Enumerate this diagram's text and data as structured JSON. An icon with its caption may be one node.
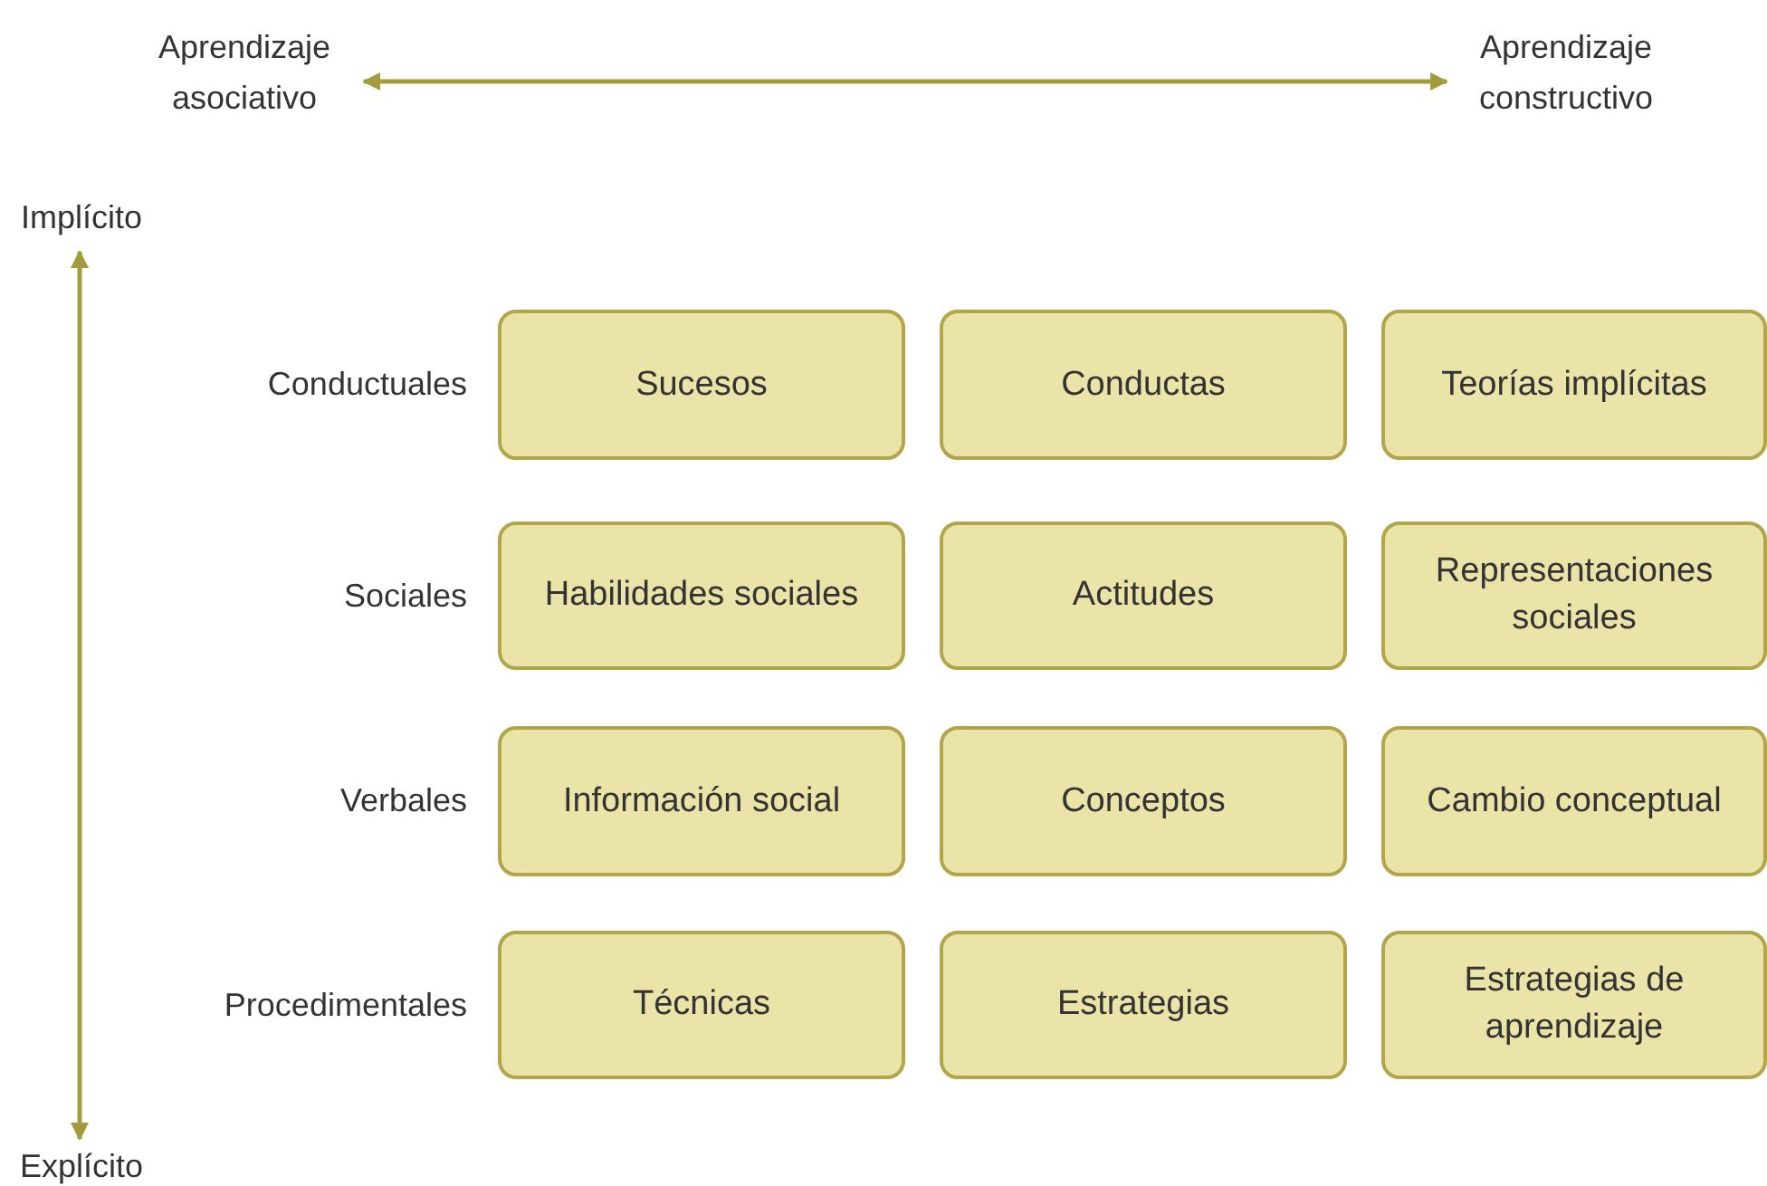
{
  "diagram": {
    "nodes": [
      {
        "text": [
          "Sucesos"
        ]
      },
      {
        "text": [
          "Conductas"
        ]
      },
      {
        "text": [
          "Teorías implícitas"
        ]
      },
      {
        "text": [
          "Habilidades sociales"
        ]
      },
      {
        "text": [
          "Actitudes"
        ]
      },
      {
        "text": [
          "Representaciones sociales"
        ]
      },
      {
        "text": [
          "Información social"
        ]
      },
      {
        "text": [
          "Conceptos"
        ]
      },
      {
        "text": [
          "Cambio conceptual"
        ]
      },
      {
        "text": [
          "Técnicas"
        ]
      },
      {
        "text": [
          "Estrategias"
        ]
      },
      {
        "text": [
          "Estrategias de aprendizaje"
        ]
      }
    ],
    "labels": [
      "Aprendizaje asociativo",
      "Aprendizaje constructivo",
      "Implícito",
      "Conductuales",
      "Sociales",
      "Verbales",
      "Procedimentales",
      "Explícito"
    ]
  }
}
